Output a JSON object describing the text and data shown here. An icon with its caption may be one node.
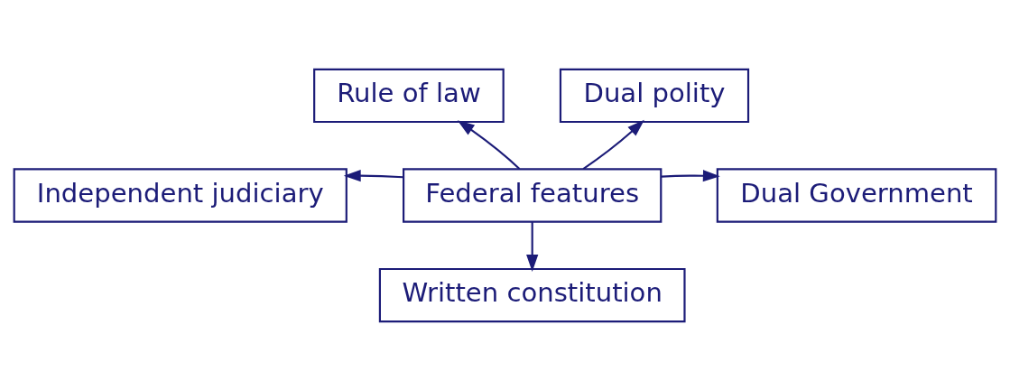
{
  "diagram": {
    "nodes": [
      {
        "text": [
          "Rule of law"
        ]
      },
      {
        "text": [
          "Dual polity"
        ]
      },
      {
        "text": [
          "Federal features"
        ]
      },
      {
        "text": [
          "Independent judiciary"
        ]
      },
      {
        "text": [
          "Dual Government"
        ]
      },
      {
        "text": [
          "Written constitution"
        ]
      }
    ],
    "edges": [
      {
        "from": 2,
        "to": 0,
        "arrow": "to"
      },
      {
        "from": 2,
        "to": 1,
        "arrow": "to"
      },
      {
        "from": 2,
        "to": 3,
        "arrow": "to"
      },
      {
        "from": 2,
        "to": 4,
        "arrow": "to"
      },
      {
        "from": 2,
        "to": 5,
        "arrow": "to"
      }
    ]
  }
}
